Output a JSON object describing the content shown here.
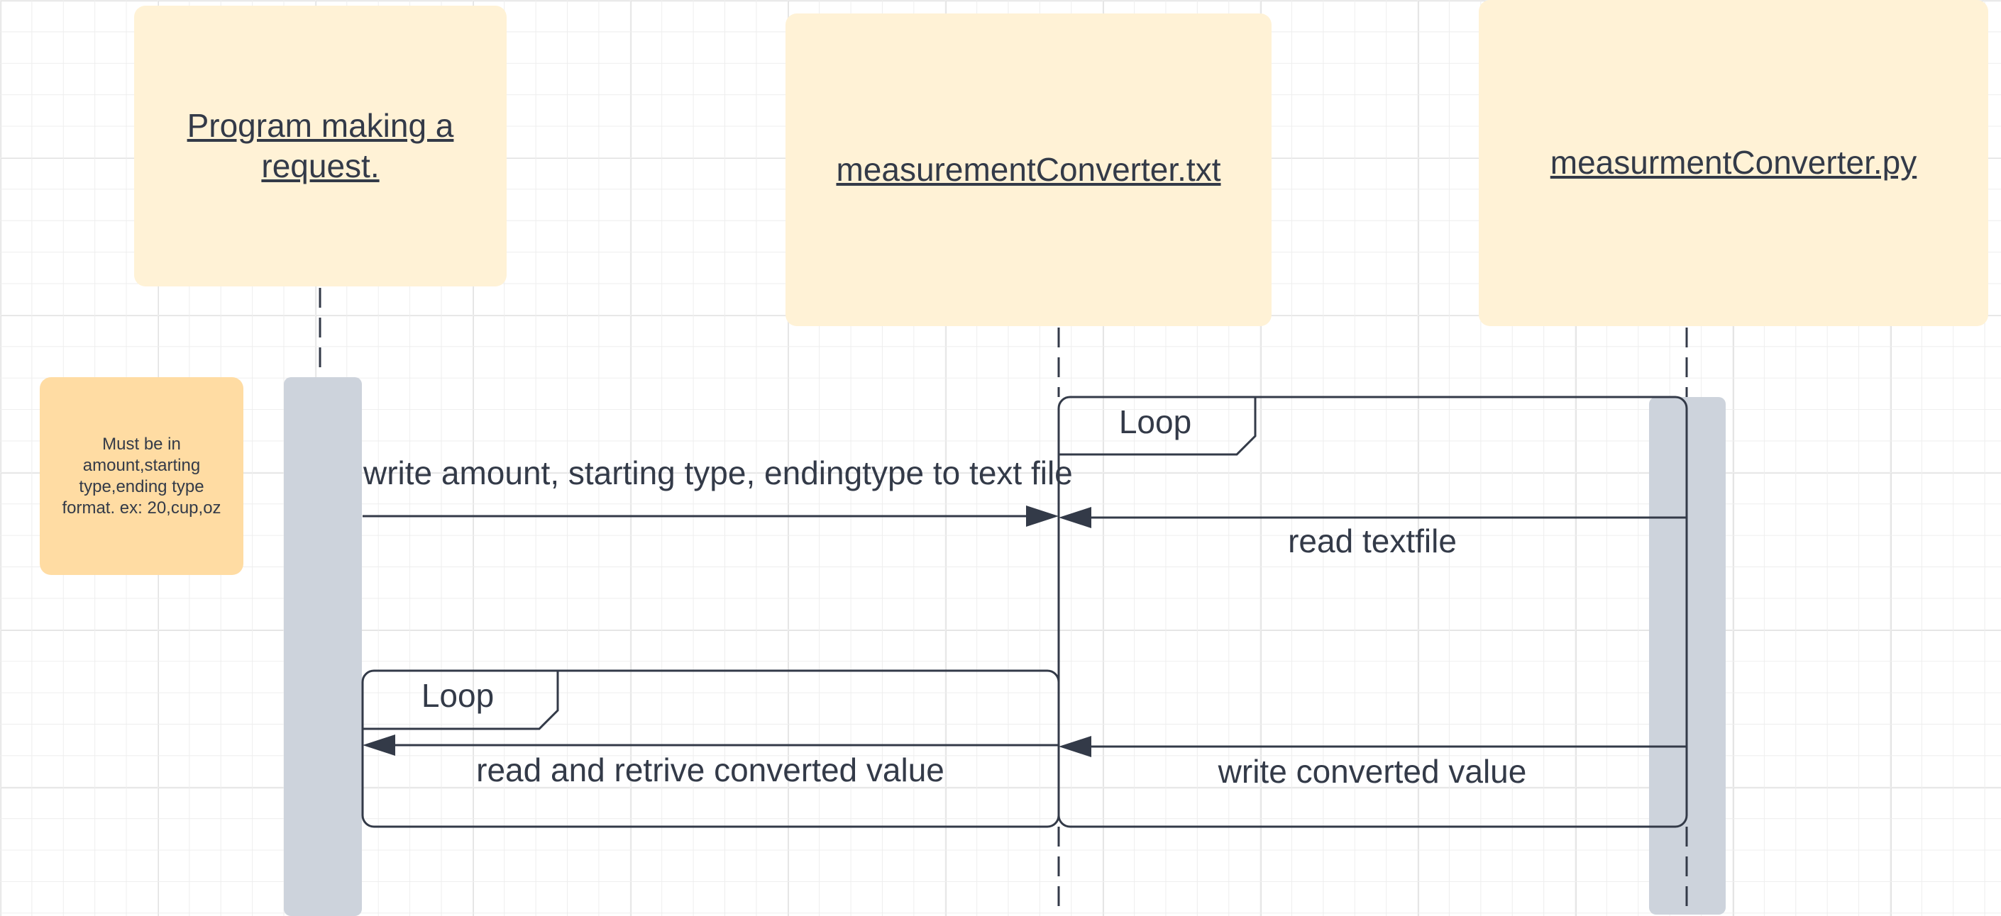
{
  "lifelines": [
    {
      "id": "program",
      "title": "Program making a request."
    },
    {
      "id": "txt",
      "title": "measurementConverter.txt"
    },
    {
      "id": "py",
      "title": "measurmentConverter.py"
    }
  ],
  "note": {
    "text": "Must be in amount,starting type,ending type format. ex: 20,cup,oz"
  },
  "fragments": [
    {
      "id": "loop-right",
      "label": "Loop"
    },
    {
      "id": "loop-left",
      "label": "Loop"
    }
  ],
  "messages": [
    {
      "id": "write-amount",
      "text": "write amount, starting type, endingtype to text file"
    },
    {
      "id": "read-textfile",
      "text": "read textfile"
    },
    {
      "id": "read-retrieve",
      "text": "read and retrive converted value"
    },
    {
      "id": "write-converted",
      "text": "write converted value"
    }
  ],
  "colors": {
    "header_fill": "#fff2d6",
    "note_fill": "#ffdca3",
    "activation_fill": "#cdd3dc",
    "line": "#333a48",
    "text": "#333a48"
  }
}
